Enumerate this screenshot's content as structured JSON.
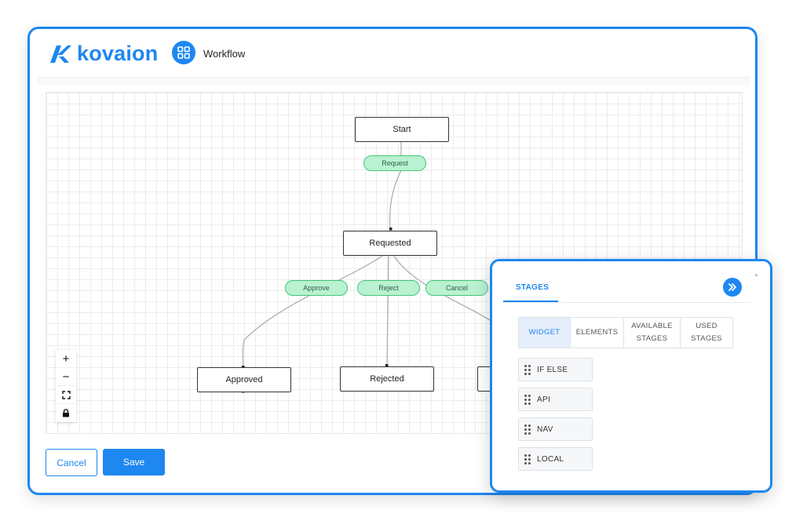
{
  "header": {
    "brand": "kovaion",
    "page_title": "Workflow",
    "app_icon": "grid-icon",
    "logo_icon": "kovaion-logo-icon"
  },
  "workflow": {
    "nodes": [
      {
        "id": "start",
        "label": "Start"
      },
      {
        "id": "requested",
        "label": "Requested"
      },
      {
        "id": "approved",
        "label": "Approved"
      },
      {
        "id": "rejected",
        "label": "Rejected"
      }
    ],
    "transitions": [
      {
        "label": "Request"
      },
      {
        "label": "Approve"
      },
      {
        "label": "Reject"
      },
      {
        "label": "Cancel"
      }
    ]
  },
  "canvas_controls": {
    "zoom_in": "+",
    "zoom_out": "−",
    "fit_icon": "fit-view-icon",
    "lock_icon": "lock-icon"
  },
  "footer": {
    "cancel_label": "Cancel",
    "save_label": "Save"
  },
  "panel": {
    "tab_label": "STAGES",
    "collapse_icon": "double-chevron-right-icon",
    "segments": [
      {
        "label": "WIDGET",
        "active": true
      },
      {
        "label": "ELEMENTS",
        "active": false
      },
      {
        "label": "AVAILABLE STAGES",
        "active": false
      },
      {
        "label": "USED STAGES",
        "active": false
      }
    ],
    "stages": [
      {
        "label": "IF ELSE"
      },
      {
        "label": "API"
      },
      {
        "label": "NAV"
      },
      {
        "label": "LOCAL"
      }
    ]
  },
  "colors": {
    "accent": "#1e87f0",
    "pill_fill": "#b8f2d0",
    "pill_border": "#45c47a"
  }
}
